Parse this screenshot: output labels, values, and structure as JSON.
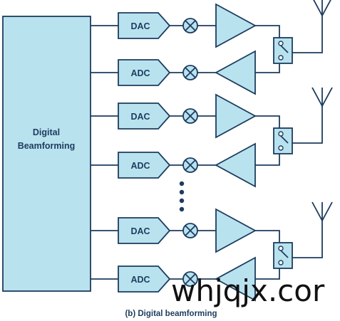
{
  "beamformer_label_line1": "Digital",
  "beamformer_label_line2": "Beamforming",
  "channels": [
    {
      "converter": "DAC"
    },
    {
      "converter": "ADC"
    },
    {
      "converter": "DAC"
    },
    {
      "converter": "ADC"
    },
    {
      "converter": "DAC"
    },
    {
      "converter": "ADC"
    }
  ],
  "caption": "(b) Digital beamforming",
  "watermark": "whjqjx.cor",
  "colors": {
    "block_fill": "#b9e2ef",
    "stroke": "#1d3c5e",
    "background": "#ffffff"
  },
  "icons": [
    "mixer-icon",
    "amplifier-icon",
    "tr-switch-icon",
    "antenna-icon",
    "ellipsis-dots-icon"
  ]
}
